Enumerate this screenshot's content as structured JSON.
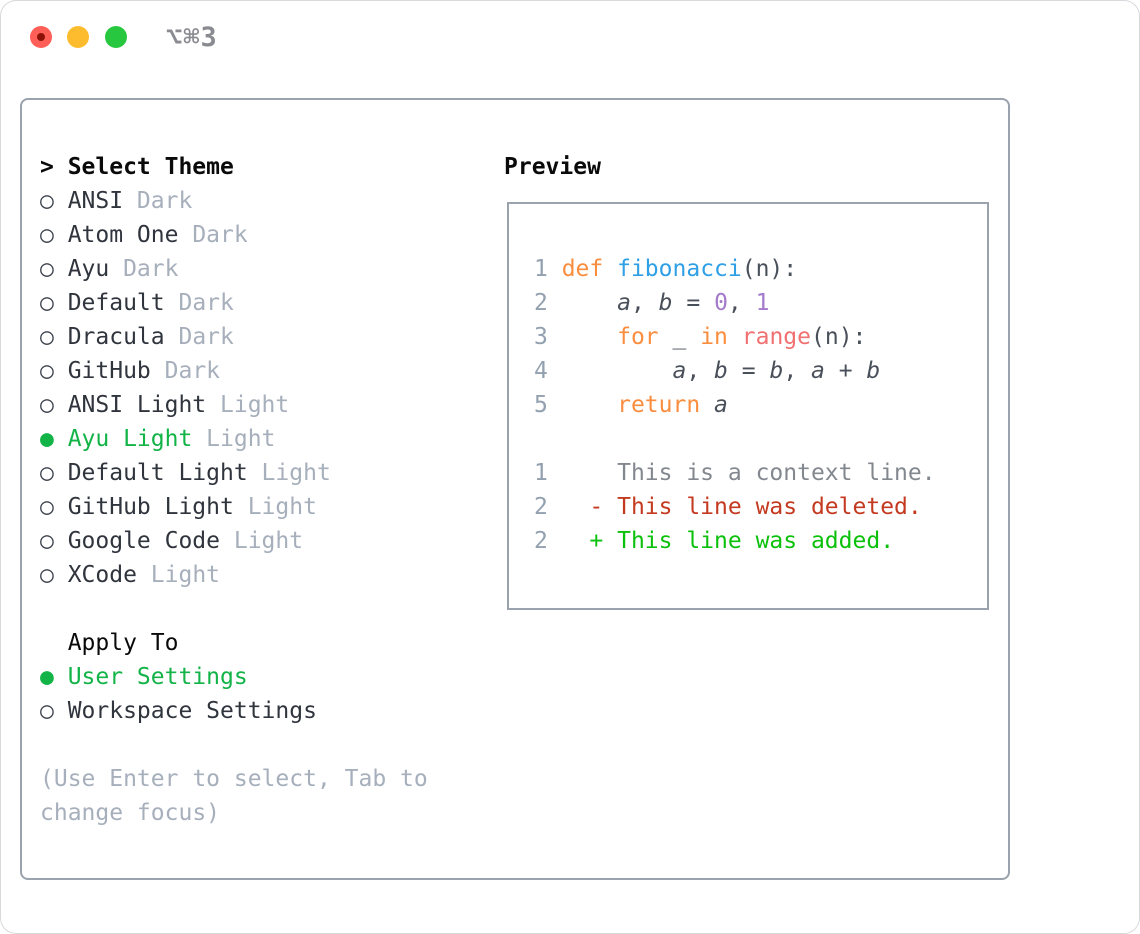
{
  "window": {
    "title": "⌥⌘3"
  },
  "titlebar_buttons": [
    {
      "name": "close"
    },
    {
      "name": "minimize"
    },
    {
      "name": "zoom"
    }
  ],
  "theme_list": {
    "header_marker": ">",
    "header": "Select Theme",
    "items": [
      {
        "name": "ANSI",
        "tag": "Dark",
        "selected": false
      },
      {
        "name": "Atom One",
        "tag": "Dark",
        "selected": false
      },
      {
        "name": "Ayu",
        "tag": "Dark",
        "selected": false
      },
      {
        "name": "Default",
        "tag": "Dark",
        "selected": false
      },
      {
        "name": "Dracula",
        "tag": "Dark",
        "selected": false
      },
      {
        "name": "GitHub",
        "tag": "Dark",
        "selected": false
      },
      {
        "name": "ANSI Light",
        "tag": "Light",
        "selected": false
      },
      {
        "name": "Ayu Light",
        "tag": "Light",
        "selected": true
      },
      {
        "name": "Default Light",
        "tag": "Light",
        "selected": false
      },
      {
        "name": "GitHub Light",
        "tag": "Light",
        "selected": false
      },
      {
        "name": "Google Code",
        "tag": "Light",
        "selected": false
      },
      {
        "name": "XCode",
        "tag": "Light",
        "selected": false
      }
    ],
    "radio_selected_glyph": "●",
    "radio_unselected_glyph": "○"
  },
  "apply_to": {
    "header": "Apply To",
    "items": [
      {
        "name": "User Settings",
        "selected": true
      },
      {
        "name": "Workspace Settings",
        "selected": false
      }
    ]
  },
  "hint": "(Use Enter to select, Tab to change focus)",
  "preview": {
    "header": "Preview",
    "code_lines": [
      [
        [
          "num",
          "1 "
        ],
        [
          "kw",
          "def"
        ],
        [
          "pl",
          " "
        ],
        [
          "fn",
          "fibonacci"
        ],
        [
          "pl",
          "(n):"
        ]
      ],
      [
        [
          "num",
          "2 "
        ],
        [
          "pl",
          "    "
        ],
        [
          "var",
          "a"
        ],
        [
          "pl",
          ", "
        ],
        [
          "var",
          "b"
        ],
        [
          "pl",
          " = "
        ],
        [
          "lit",
          "0"
        ],
        [
          "pl",
          ", "
        ],
        [
          "lit",
          "1"
        ]
      ],
      [
        [
          "num",
          "3 "
        ],
        [
          "pl",
          "    "
        ],
        [
          "kw",
          "for"
        ],
        [
          "pl",
          " _ "
        ],
        [
          "kw",
          "in"
        ],
        [
          "pl",
          " "
        ],
        [
          "sp2",
          "range"
        ],
        [
          "pl",
          "(n):"
        ]
      ],
      [
        [
          "num",
          "4 "
        ],
        [
          "pl",
          "        "
        ],
        [
          "var",
          "a"
        ],
        [
          "pl",
          ", "
        ],
        [
          "var",
          "b"
        ],
        [
          "pl",
          " = "
        ],
        [
          "var",
          "b"
        ],
        [
          "pl",
          ", "
        ],
        [
          "var",
          "a"
        ],
        [
          "pl",
          " + "
        ],
        [
          "var",
          "b"
        ]
      ],
      [
        [
          "num",
          "5 "
        ],
        [
          "pl",
          "    "
        ],
        [
          "kw",
          "return"
        ],
        [
          "pl",
          " "
        ],
        [
          "var",
          "a"
        ]
      ],
      [],
      [
        [
          "num",
          "1 "
        ],
        [
          "ctx",
          "    This is a context line."
        ]
      ],
      [
        [
          "num",
          "2 "
        ],
        [
          "pl",
          "  "
        ],
        [
          "del",
          "- This line was deleted."
        ]
      ],
      [
        [
          "num",
          "2 "
        ],
        [
          "pl",
          "  "
        ],
        [
          "add",
          "+ This line was added."
        ]
      ]
    ]
  },
  "colors": {
    "accent_green": "#12b347",
    "marker_gray": "#3e444d",
    "text_primary": "#30353d",
    "tag_gray": "#a6afbb",
    "hint_gray": "#a6afbb",
    "header_black": "#0a0a0a",
    "border_gray": "#9aa3ad",
    "title_gray": "#8a8b90",
    "traffic_red": "#ff5f57",
    "traffic_yellow": "#fdbc2e",
    "traffic_green": "#27c840",
    "c_num": "#93a0af",
    "c_kw": "#fa8d3e",
    "c_fn": "#2f9fe6",
    "c_plain": "#4a505a",
    "c_lit": "#a37acc",
    "c_special": "#f07171",
    "c_ctx": "#83888f",
    "c_del": "#c43a20",
    "c_add": "#0cc10c"
  }
}
